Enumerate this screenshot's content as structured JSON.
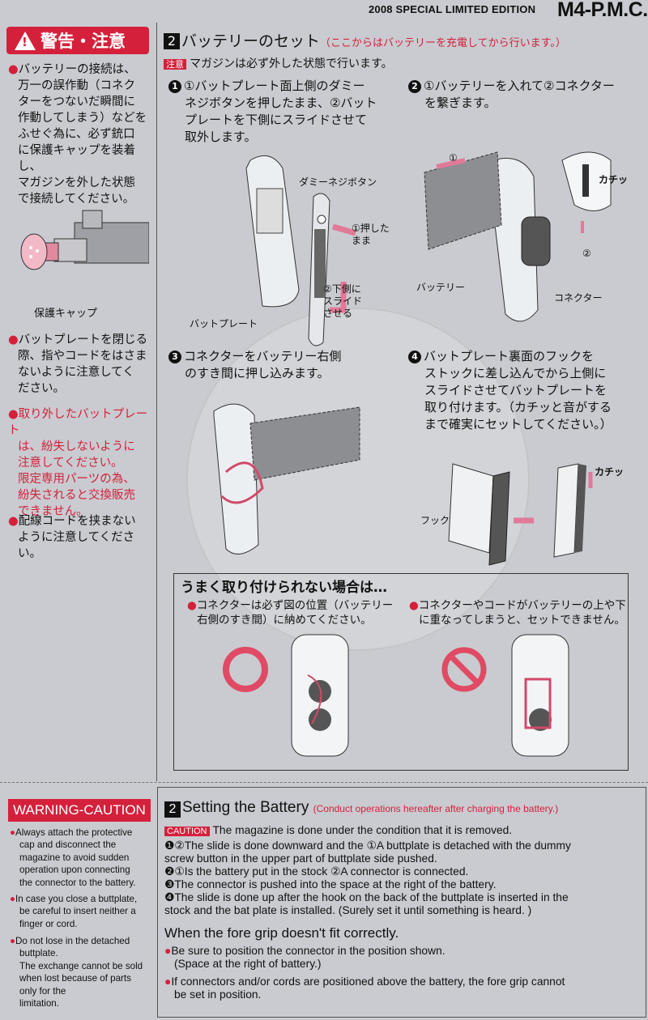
{
  "header": {
    "edition": "2008 SPECIAL LIMITED EDITION",
    "model": "M4-P.M.C."
  },
  "left_jp": {
    "badge": "警告・注意",
    "bullets": [
      {
        "lines": [
          "バッテリーの接続は、",
          "万一の誤作動（コネク",
          "ターをつないだ瞬間に",
          "作動してしまう）などを",
          "ふせぐ為に、必ず銃口",
          "に保護キャップを装着し、",
          "マガジンを外した状態",
          "で接続してください。"
        ],
        "color": "dark"
      },
      {
        "lines": [
          "バットプレートを閉じる",
          "際、指やコードをはさま",
          "ないように注意してく",
          "ださい。"
        ],
        "color": "dark"
      },
      {
        "lines": [
          "取り外したバットプレート",
          "は、紛失しないように",
          "注意してください。",
          "限定専用パーツの為、",
          "紛失されると交換販売",
          "できません。"
        ],
        "color": "red"
      },
      {
        "lines": [
          "配線コードを挟まない",
          "ように注意してください。"
        ],
        "color": "dark"
      }
    ],
    "cap_label": "保護キャップ"
  },
  "main_jp": {
    "title_num": "2",
    "title": "バッテリーのセット",
    "title_sub": "（ここからはバッテリーを充電してから行います。）",
    "note_chip": "注意",
    "note": "マガジンは必ず外した状態で行います。",
    "steps": [
      {
        "n": "1",
        "lines": [
          "①バットプレート面上側のダミー",
          "ネジボタンを押したまま、②バット",
          "プレートを下側にスライドさせて",
          "取外します。"
        ]
      },
      {
        "n": "2",
        "lines": [
          "①バッテリーを入れて②コネクター",
          "を繋ぎます。"
        ]
      },
      {
        "n": "3",
        "lines": [
          "コネクターをバッテリー右側",
          "のすき間に押し込みます。"
        ]
      },
      {
        "n": "4",
        "lines": [
          "バットプレート裏面のフックを",
          "ストックに差し込んでから上側に",
          "スライドさせてバットプレートを",
          "取り付けます。（カチッと音がする",
          "まで確実にセットしてください。）"
        ]
      }
    ],
    "labels": {
      "dummy_screw": "ダミーネジボタン",
      "push_hold": "①押した\nまま",
      "slide_down": "②下側に\nスライド\nさせる",
      "buttplate": "バットプレート",
      "battery": "バッテリー",
      "connector": "コネクター",
      "click1": "カチッ",
      "click2": "カチッ",
      "hook": "フック",
      "circ1": "①",
      "circ2": "②"
    },
    "trouble": {
      "title": "うまく取り付けられない場合は…",
      "left": [
        "コネクターは必ず図の位置（バッテリー",
        "右側のすき間）に納めてください。"
      ],
      "right": [
        "コネクターやコードがバッテリーの上や下",
        "に重なってしまうと、セットできません。"
      ]
    }
  },
  "left_en": {
    "badge": "WARNING-CAUTION",
    "bullets": [
      [
        "Always attach the protective",
        "cap and disconnect the",
        "magazine to avoid sudden",
        "operation upon connecting",
        "the connector to the battery."
      ],
      [
        "In case you close a buttplate,",
        "be careful to insert neither a",
        "finger or cord."
      ],
      [
        "Do not lose in the detached",
        "buttplate.",
        "The exchange cannot be sold",
        "when lost because of parts",
        "only for the",
        "limitation."
      ]
    ]
  },
  "main_en": {
    "title_num": "2",
    "title": "Setting the Battery",
    "title_sub": "(Conduct operations hereafter after charging the battery.)",
    "caution_chip": "CAUTION",
    "caution": "The magazine is done under the condition that it is removed.",
    "lines": [
      "❶②The slide is done downward and the ①A buttplate is detached with the dummy",
      "   screw button in the upper part of buttplate side pushed.",
      "❷①Is the battery put in the stock ②A connector is connected.",
      "❸The connector is pushed into the space at the right of the battery.",
      "❹The slide is done up after the hook on the back of the buttplate is inserted in the",
      "   stock and the bat plate is installed. (Surely set it until something is heard. )"
    ],
    "subheading": "When the fore grip doesn't fit correctly.",
    "fit": [
      [
        "Be sure to position the connector in the position shown.",
        "(Space at the right of battery.)"
      ],
      [
        "If connectors and/or cords are positioned above the battery, the fore grip cannot",
        "be set in position."
      ]
    ]
  }
}
